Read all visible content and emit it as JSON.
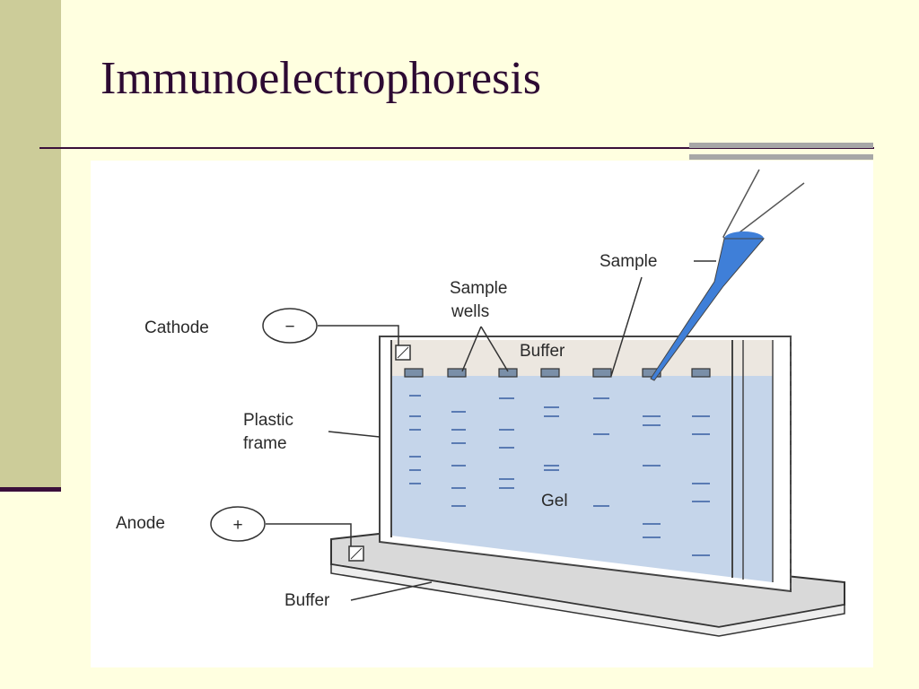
{
  "slide": {
    "title": "Immunoelectrophoresis"
  },
  "diagram": {
    "labels": {
      "sample": "Sample",
      "sample_wells_1": "Sample",
      "sample_wells_2": "wells",
      "cathode": "Cathode",
      "cathode_symbol": "−",
      "buffer_top": "Buffer",
      "plastic_frame_1": "Plastic",
      "plastic_frame_2": "frame",
      "gel": "Gel",
      "anode": "Anode",
      "anode_symbol": "+",
      "buffer_bottom": "Buffer"
    },
    "colors": {
      "gel": "#c5d5ea",
      "buffer": "#ece7e0",
      "band": "#5a7bb3",
      "sample_liquid": "#3f7fd8"
    }
  }
}
